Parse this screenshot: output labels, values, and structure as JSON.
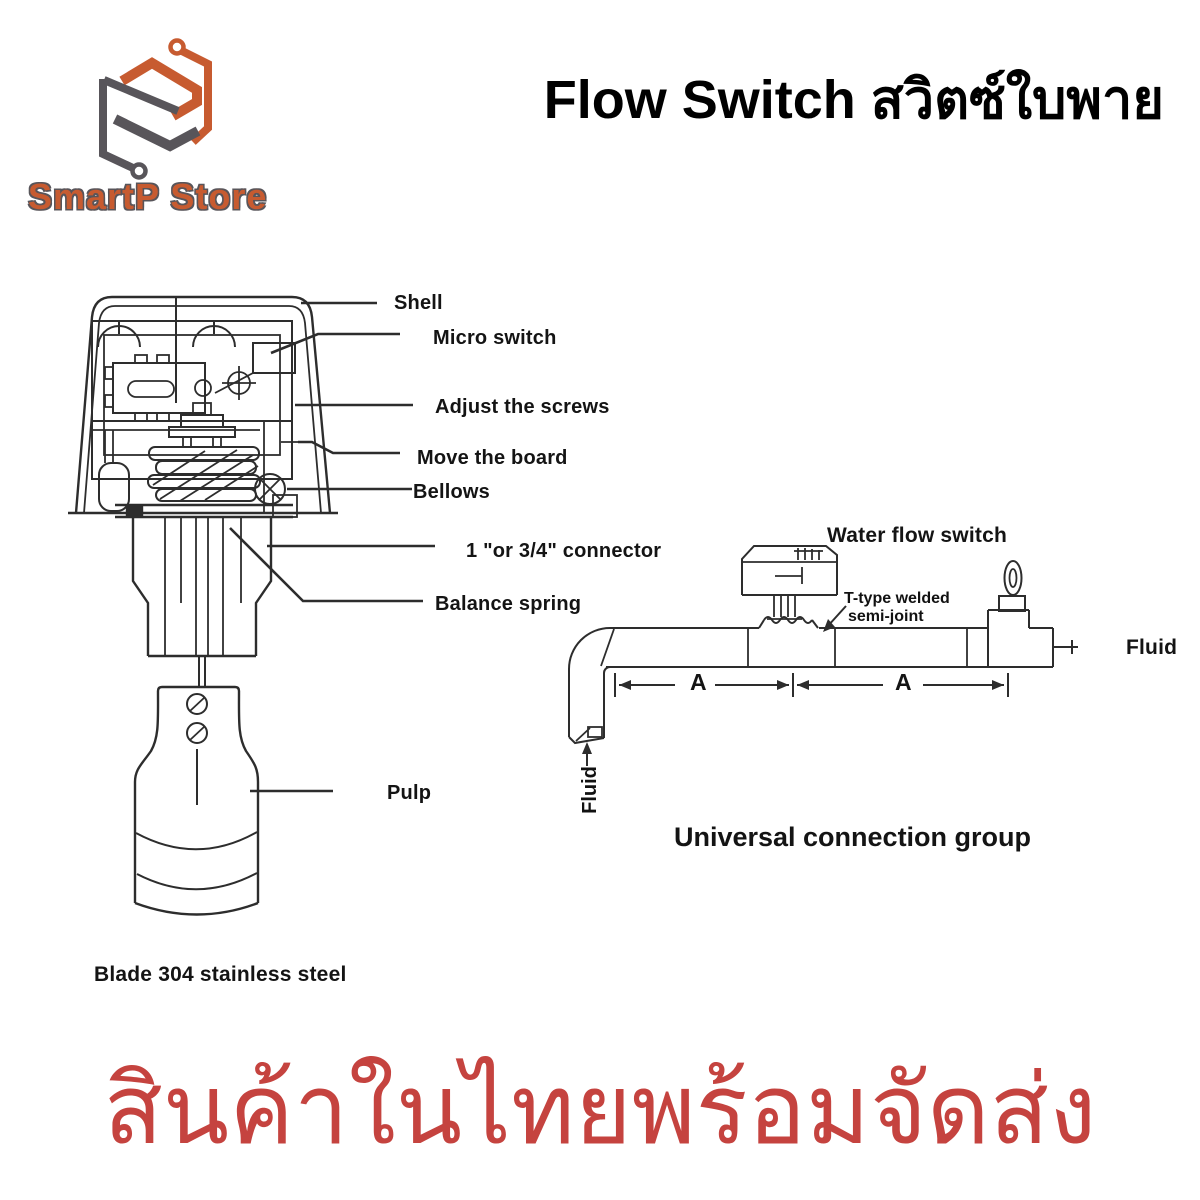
{
  "branding": {
    "store_name": "SmartP Store"
  },
  "header": {
    "title": "Flow Switch สวิตซ์ใบพาย"
  },
  "flow_switch_diagram": {
    "labels": {
      "shell": "Shell",
      "micro_switch": "Micro switch",
      "adjust_screws": "Adjust the screws",
      "move_board": "Move the board",
      "bellows": "Bellows",
      "connector": "1 \"or 3/4\" connector",
      "balance_spring": "Balance spring",
      "pulp": "Pulp"
    },
    "caption": "Blade 304 stainless steel"
  },
  "connection_diagram": {
    "title": "Water flow switch",
    "joint_label": {
      "line1": "T-type welded",
      "line2": "semi-joint"
    },
    "fluid_inlet": "Fluid",
    "fluid_outlet": "Fluid",
    "dimension_left": "A",
    "dimension_right": "A",
    "caption": "Universal connection group"
  },
  "footer": {
    "message": "สินค้าในไทยพร้อมจัดส่ง",
    "color": "#c5433f"
  },
  "colors": {
    "accent_orange": "#c75b30",
    "logo_gray": "#58555a",
    "line": "#2d2d2d"
  }
}
